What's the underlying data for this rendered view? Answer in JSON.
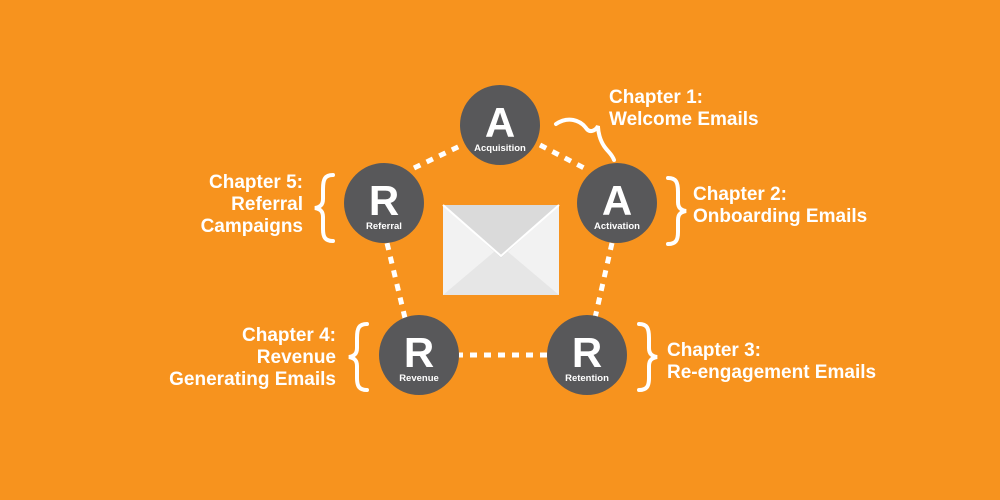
{
  "colors": {
    "background": "#F7931E",
    "node_fill": "#58585A",
    "connector": "#ffffff",
    "envelope": "#F2F2F2"
  },
  "nodes": {
    "acquisition": {
      "letter": "A",
      "label": "Acquisition"
    },
    "activation": {
      "letter": "A",
      "label": "Activation"
    },
    "retention": {
      "letter": "R",
      "label": "Retention"
    },
    "revenue": {
      "letter": "R",
      "label": "Revenue"
    },
    "referral": {
      "letter": "R",
      "label": "Referral"
    }
  },
  "chapters": {
    "ch1": {
      "title": "Chapter 1:",
      "lines": [
        "Welcome Emails"
      ]
    },
    "ch2": {
      "title": "Chapter 2:",
      "lines": [
        "Onboarding Emails"
      ]
    },
    "ch3": {
      "title": "Chapter 3:",
      "lines": [
        "Re-engagement Emails"
      ]
    },
    "ch4": {
      "title": "Chapter 4:",
      "lines": [
        "Revenue",
        "Generating Emails"
      ]
    },
    "ch5": {
      "title": "Chapter 5:",
      "lines": [
        "Referral",
        "Campaigns"
      ]
    }
  },
  "icons": {
    "center": "envelope-icon",
    "brackets": "curly-brace-icon"
  }
}
